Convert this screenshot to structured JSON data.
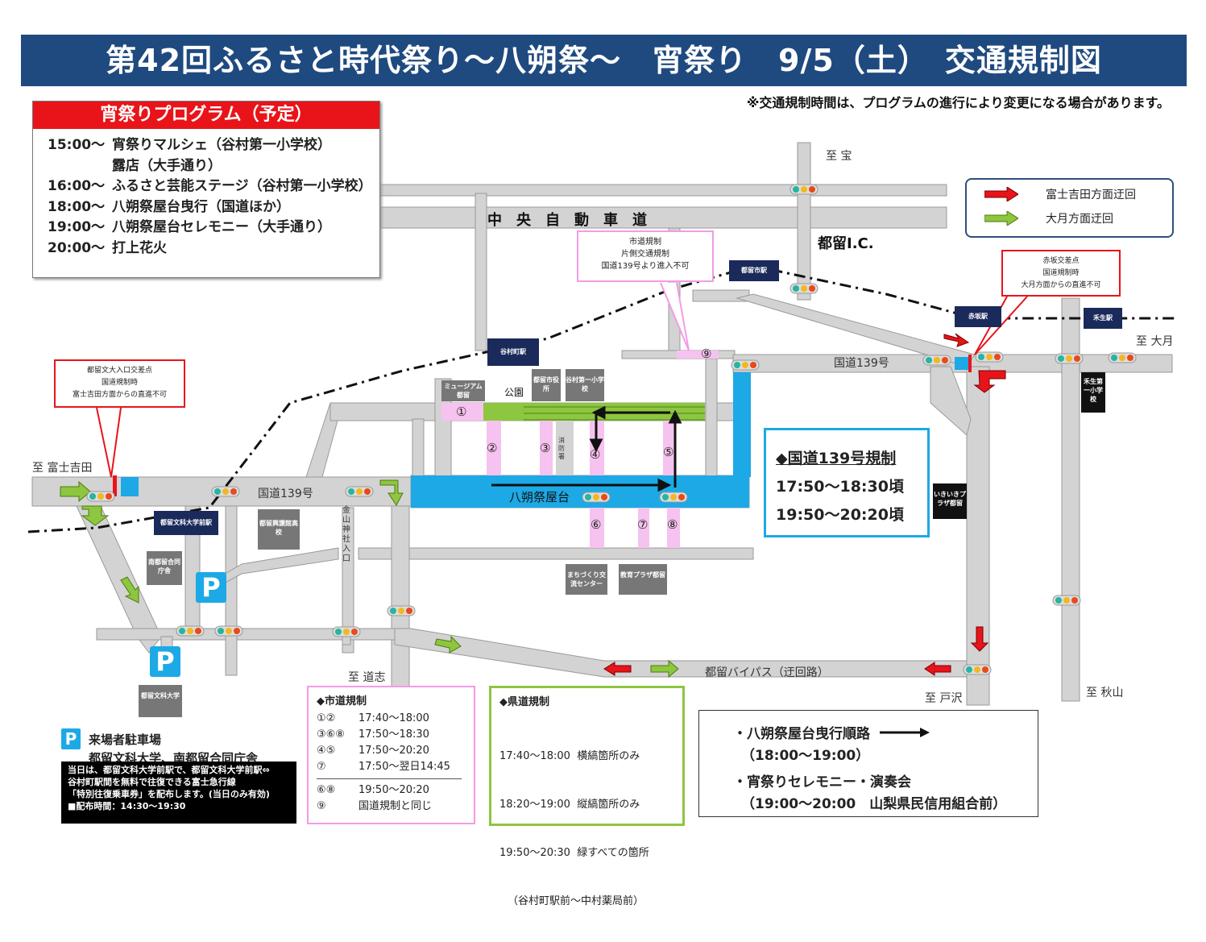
{
  "title": "第42回ふるさと時代祭り〜八朔祭〜　宵祭り　9/5（土）　交通規制図",
  "note": "※交通規制時間は、プログラムの進行により変更になる場合があります。",
  "program": {
    "header": "宵祭りプログラム（予定）",
    "rows": [
      {
        "time": "15:00〜",
        "text": "宵祭りマルシェ（谷村第一小学校）"
      },
      {
        "time": "",
        "text": "露店（大手通り）"
      },
      {
        "time": "16:00〜",
        "text": "ふるさと芸能ステージ（谷村第一小学校）"
      },
      {
        "time": "18:00〜",
        "text": "八朔祭屋台曳行（国道ほか）"
      },
      {
        "time": "19:00〜",
        "text": "八朔祭屋台セレモニー（大手通り）"
      },
      {
        "time": "20:00〜",
        "text": "打上花火"
      }
    ]
  },
  "detour_legend": {
    "red": "富士吉田方面迂回",
    "green": "大月方面迂回",
    "red_color": "#e8141a",
    "green_color": "#8dc63f"
  },
  "map_labels": {
    "to_takara": "至 宝",
    "chuo_expressway": "中　央　自　動　車　道",
    "tsuru_ic": "都留I.C.",
    "to_otsuki": "至 大月",
    "to_fujiyoshida": "至 富士吉田",
    "national_139_a": "国道139号",
    "national_139_b": "国道139号",
    "hassaku_yatai": "八朔祭屋台",
    "bypass": "都留バイパス（迂回路）",
    "to_michishi": "至 道志",
    "to_todo": "至 戸沢",
    "to_akiyama": "至 秋山",
    "kanayama_shrine": "金山神社入口",
    "park": "公園",
    "fire_station": "消防署"
  },
  "stations": {
    "tsurushi": "都留市駅",
    "yamuracho": "谷村町駅",
    "akasaka": "赤坂駅",
    "hoki": "禾生駅",
    "bunka_daigakumae": "都留文科大学前駅"
  },
  "buildings": {
    "museum": "ミュージアム都留",
    "city_hall": "都留市役所",
    "yamura_school": "谷村第一小学校",
    "hoki_school": "禾生第一小学校",
    "kokoku_hs": "都留興譲館高校",
    "minami_office": "南都留合同庁舎",
    "machizukuri": "まちづくり交流センター",
    "kyoiku_plaza": "教育プラザ都留",
    "ikiiki_plaza": "いきいきプラザ都留",
    "bunka_univ": "都留文科大学"
  },
  "callouts": {
    "city_reg": [
      "市道規制",
      "片側交通規制",
      "国道139号より進入不可"
    ],
    "akasaka": [
      "赤坂交差点",
      "国道規制時",
      "大月方面からの直進不可"
    ],
    "bunkadai": [
      "都留文大入口交差点",
      "国道規制時",
      "富士吉田方面からの直進不可"
    ]
  },
  "numbers": [
    "①",
    "②",
    "③",
    "④",
    "⑤",
    "⑥",
    "⑦",
    "⑧",
    "⑨"
  ],
  "kokudo_reg": {
    "header": "◆国道139号規制",
    "times": [
      "17:50〜18:30頃",
      "19:50〜20:20頃"
    ]
  },
  "city_reg_box": {
    "header": "◆市道規制",
    "rows": [
      {
        "k": "①②",
        "v": "17:40〜18:00"
      },
      {
        "k": "③⑥⑧",
        "v": "17:50〜18:30"
      },
      {
        "k": "④⑤",
        "v": "17:50〜20:20"
      },
      {
        "k": "⑦",
        "v": "17:50〜翌日14:45"
      },
      {
        "k": "⑥⑧",
        "v": "19:50〜20:20"
      },
      {
        "k": "⑨",
        "v": "国道規制と同じ"
      }
    ]
  },
  "pref_reg_box": {
    "header": "◆県道規制",
    "rows": [
      "17:40〜18:00  横縞箇所のみ",
      "18:20〜19:00  縦縞箇所のみ",
      "19:50〜20:30  緑すべての箇所",
      "（谷村町駅前〜中村薬局前）"
    ]
  },
  "route_box": {
    "line1": "・八朔祭屋台曳行順路",
    "line2": "（18:00〜19:00）",
    "line3": "・宵祭りセレモニー・演奏会",
    "line4": "（19:00〜20:00　山梨県民信用組合前）"
  },
  "parking": {
    "mark": "P",
    "label": "来場者駐車場",
    "places": "都留文科大学、南都留合同庁舎"
  },
  "shuttle": [
    "当日は、都留文科大学前駅で、都留文科大学前駅⇔",
    "谷村町駅間を無料で往復できる富士急行線",
    "「特別往復乗車券」を配布します。(当日のみ有効)",
    "■配布時間：14:30〜19:30"
  ],
  "colors": {
    "title_bg": "#1f4a80",
    "road": "#d3d3d3",
    "regulated_blue": "#1ca9e6",
    "city_pink": "#f6c2ef",
    "pref_green": "#8dc63f",
    "station_navy": "#1a2a5a"
  }
}
